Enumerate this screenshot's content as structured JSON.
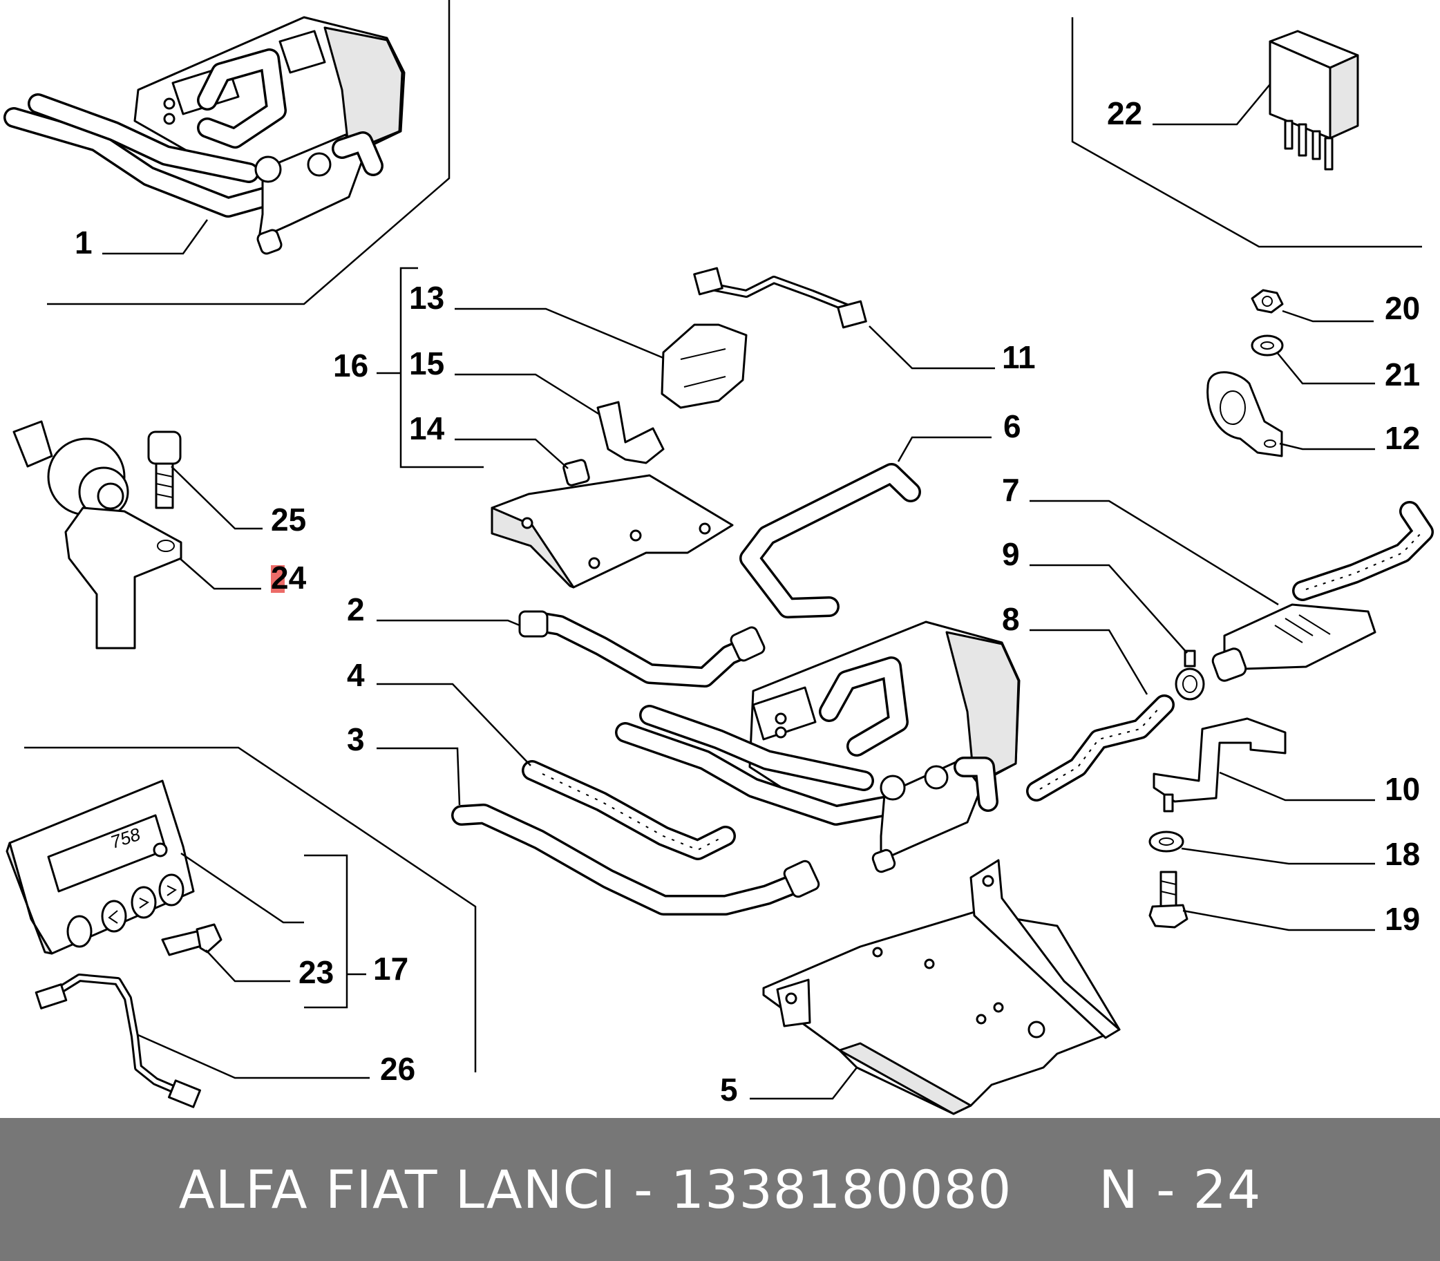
{
  "diagram": {
    "labels": {
      "p1": "1",
      "p2": "2",
      "p3": "3",
      "p4": "4",
      "p5": "5",
      "p6": "6",
      "p7": "7",
      "p8": "8",
      "p9": "9",
      "p10": "10",
      "p11": "11",
      "p12": "12",
      "p13": "13",
      "p14": "14",
      "p15": "15",
      "p16": "16",
      "p17": "17",
      "p18": "18",
      "p19": "19",
      "p20": "20",
      "p21": "21",
      "p22": "22",
      "p23": "23",
      "p24": "24",
      "p25": "25",
      "p26": "26"
    },
    "highlight_color": "#e53935",
    "timer_display": "758"
  },
  "footer": {
    "text": "ALFA FIAT LANCI - 1338180080     N - 24",
    "background": "#777777"
  }
}
